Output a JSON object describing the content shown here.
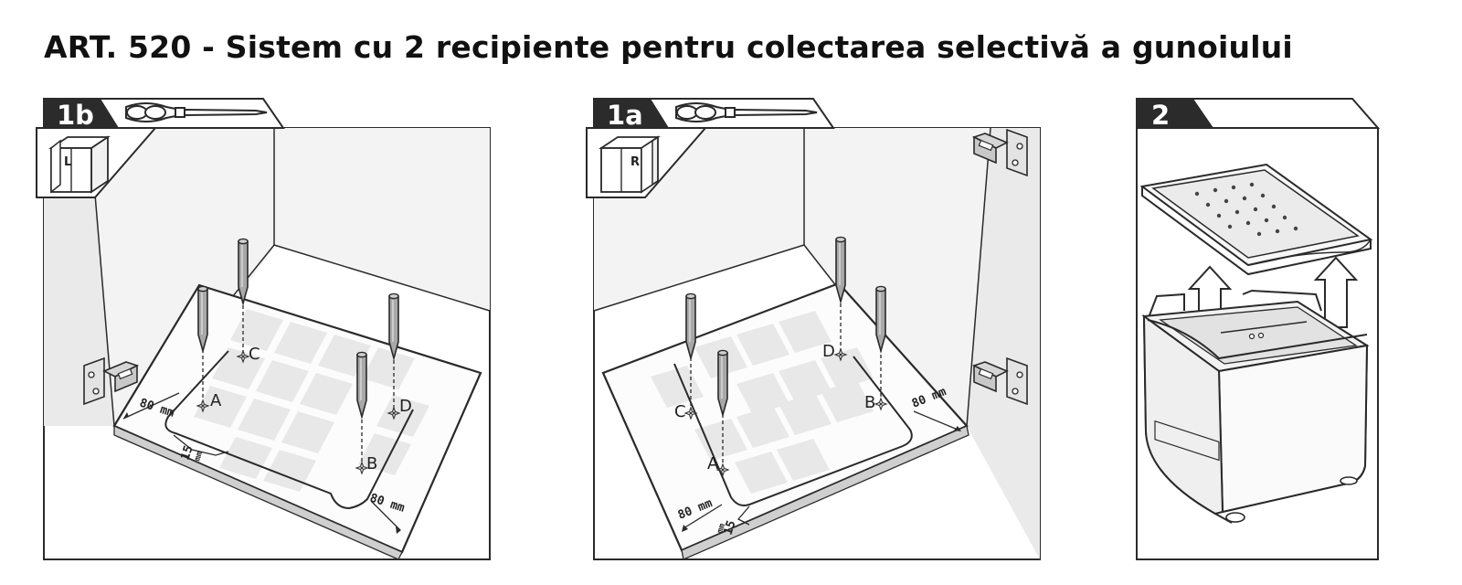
{
  "title": "ART. 520 - Sistem cu 2 recipiente pentru colectarea selectivă a gunoiului",
  "panels": {
    "p1b": {
      "step": "1b",
      "cabinet_label": "L",
      "points": {
        "a": "A",
        "b": "B",
        "c": "C",
        "d": "D"
      },
      "dims": {
        "side": "80 mm",
        "front": "80 mm",
        "edge": "15"
      },
      "unit_small": "mm"
    },
    "p1a": {
      "step": "1a",
      "cabinet_label": "R",
      "points": {
        "a": "A",
        "b": "B",
        "c": "C",
        "d": "D"
      },
      "dims": {
        "side": "80 mm",
        "front": "80 mm",
        "edge": "15"
      },
      "unit_small": "mm"
    },
    "p2": {
      "step": "2"
    }
  },
  "icons": [
    "screwdriver-icon",
    "cabinet-icon",
    "hinge-icon",
    "screw-icon",
    "up-arrow-icon",
    "waste-bin-icon"
  ],
  "colors": {
    "tab": "#2b2b2b",
    "line": "#2a2a2a",
    "wall_side": "#ececec",
    "wall_back": "#f4f4f4",
    "floor": "#fbfbfb",
    "tile": "#e6e6e6"
  }
}
